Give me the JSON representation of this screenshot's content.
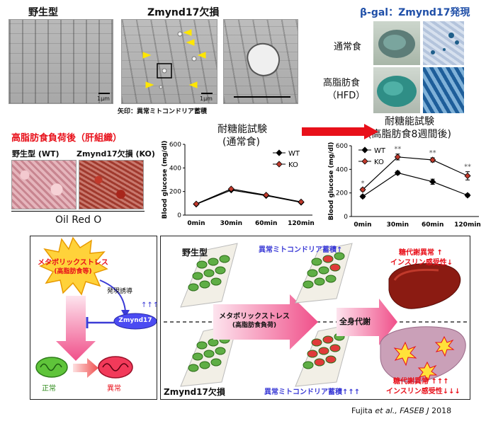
{
  "top": {
    "wt_label": "野生型",
    "ko_label": "Zmynd17欠損",
    "scale_1um": "1μm",
    "arrow_caption": "矢印：異常ミトコンドリア蓄積",
    "bgal_title": "β-gal：Zmynd17発現",
    "normal_diet": "通常食",
    "hfd_line1": "高脂肪食",
    "hfd_line2": "（HFD）"
  },
  "liver": {
    "title": "高脂肪食負荷後（肝組織）",
    "wt_label": "野生型 (WT)",
    "ko_label": "Zmynd17欠損 (KO)",
    "stain_label": "Oil Red O"
  },
  "gtt_normal_title_1": "耐糖能試験",
  "gtt_normal_title_2": "(通常食)",
  "gtt_hfd_title_1": "耐糖能試験",
  "gtt_hfd_title_2": "(高脂肪食8週間後)",
  "chart_data": [
    {
      "type": "line",
      "title": "耐糖能試験 (通常食)",
      "ylabel": "Blood glucose (mg/dl)",
      "categories": [
        "0min",
        "30min",
        "60min",
        "120min"
      ],
      "ylim": [
        0,
        600
      ],
      "yticks": [
        "0",
        "200",
        "400",
        "600"
      ],
      "legend": "top-right",
      "series": [
        {
          "name": "WT",
          "values": [
            92,
            212,
            165,
            108
          ],
          "color": "#000000"
        },
        {
          "name": "KO",
          "values": [
            95,
            222,
            170,
            112
          ],
          "color": "#c0392b"
        }
      ]
    },
    {
      "type": "line",
      "title": "耐糖能試験 (高脂肪食8週間後)",
      "ylabel": "Blood glucose (mg/dl)",
      "categories": [
        "0min",
        "30min",
        "60min",
        "120min"
      ],
      "ylim": [
        0,
        600
      ],
      "yticks": [
        "0",
        "200",
        "400",
        "600"
      ],
      "legend": "top-left",
      "series": [
        {
          "name": "WT",
          "values": [
            170,
            370,
            295,
            180
          ],
          "errors": [
            12,
            15,
            22,
            12
          ],
          "color": "#000000"
        },
        {
          "name": "KO",
          "values": [
            228,
            505,
            480,
            345
          ],
          "errors": [
            12,
            25,
            18,
            35
          ],
          "color": "#c0392b"
        }
      ],
      "annotations": [
        "*",
        "**",
        "**",
        "**"
      ]
    }
  ],
  "scheme": {
    "stress_line1": "メタボリックストレス",
    "stress_line2": "(高脂肪食等)",
    "induce_label": "発現誘導",
    "zmynd17": "Zmynd17",
    "up_arrows": "↑↑↑",
    "normal": "正常",
    "abnormal": "異常",
    "wt_label": "野生型",
    "ko_label": "Zmynd17欠損",
    "mito_accum_wt": "異常ミトコンドリア蓄積↑",
    "mito_accum_ko": "異常ミトコンドリア蓄積↑↑↑",
    "stress_arrow_1": "メタボリックストレス",
    "stress_arrow_2": "(高脂肪食負荷)",
    "systemic": "全身代謝",
    "wt_outcome_1": "糖代謝異常 ↑",
    "wt_outcome_2": "インスリン感受性↓",
    "ko_outcome_1": "糖代謝異常 ↑↑↑",
    "ko_outcome_2": "インスリン感受性↓↓↓"
  },
  "citation": {
    "authors": "Fujita",
    "etal": " et al., ",
    "journal": "FASEB J",
    "year": " 2018"
  },
  "colors": {
    "red": "#e8101a",
    "blue": "#3b3bd6",
    "pink": "#f0508a",
    "title_blue": "#1f4fa8"
  }
}
